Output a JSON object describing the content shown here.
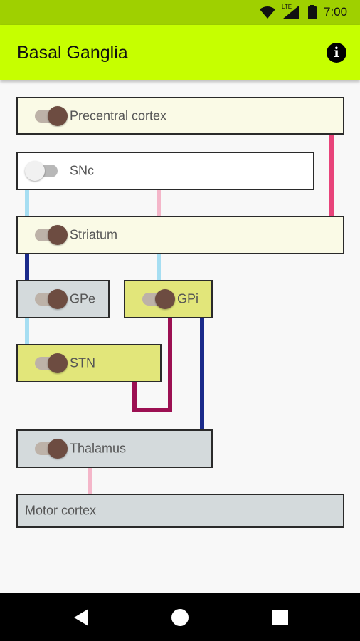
{
  "status_bar": {
    "time": "7:00",
    "network": "LTE"
  },
  "app_bar": {
    "title": "Basal Ganglia",
    "info_icon": "info-icon"
  },
  "colors": {
    "app_bar": "#c6ff00",
    "status_bar": "#9fd000",
    "cream_box": "#fafae6",
    "yellow_box": "#e2e67a",
    "grey_box": "#d4dadc",
    "white_box": "#ffffff",
    "knob_on": "#6d4c41",
    "track_on": "#bdb2a8",
    "knob_off": "#f1f1f1",
    "track_off": "#b8b8b8",
    "line_light_blue": "#a6def2",
    "line_pink": "#f4b6c9",
    "line_hot_pink": "#e8437a",
    "line_navy": "#1a2a8a",
    "line_maroon": "#9c1052"
  },
  "nodes": {
    "precentral_cortex": {
      "label": "Precentral cortex",
      "switch_on": true
    },
    "snc": {
      "label": "SNc",
      "switch_on": false
    },
    "striatum": {
      "label": "Striatum",
      "switch_on": true
    },
    "gpe": {
      "label": "GPe",
      "switch_on": true
    },
    "gpi": {
      "label": "GPi",
      "switch_on": true
    },
    "stn": {
      "label": "STN",
      "switch_on": true
    },
    "thalamus": {
      "label": "Thalamus",
      "switch_on": true
    },
    "motor_cortex": {
      "label": "Motor cortex"
    }
  },
  "nav_bar": {
    "back": "back-icon",
    "home": "home-icon",
    "recents": "recents-icon"
  }
}
